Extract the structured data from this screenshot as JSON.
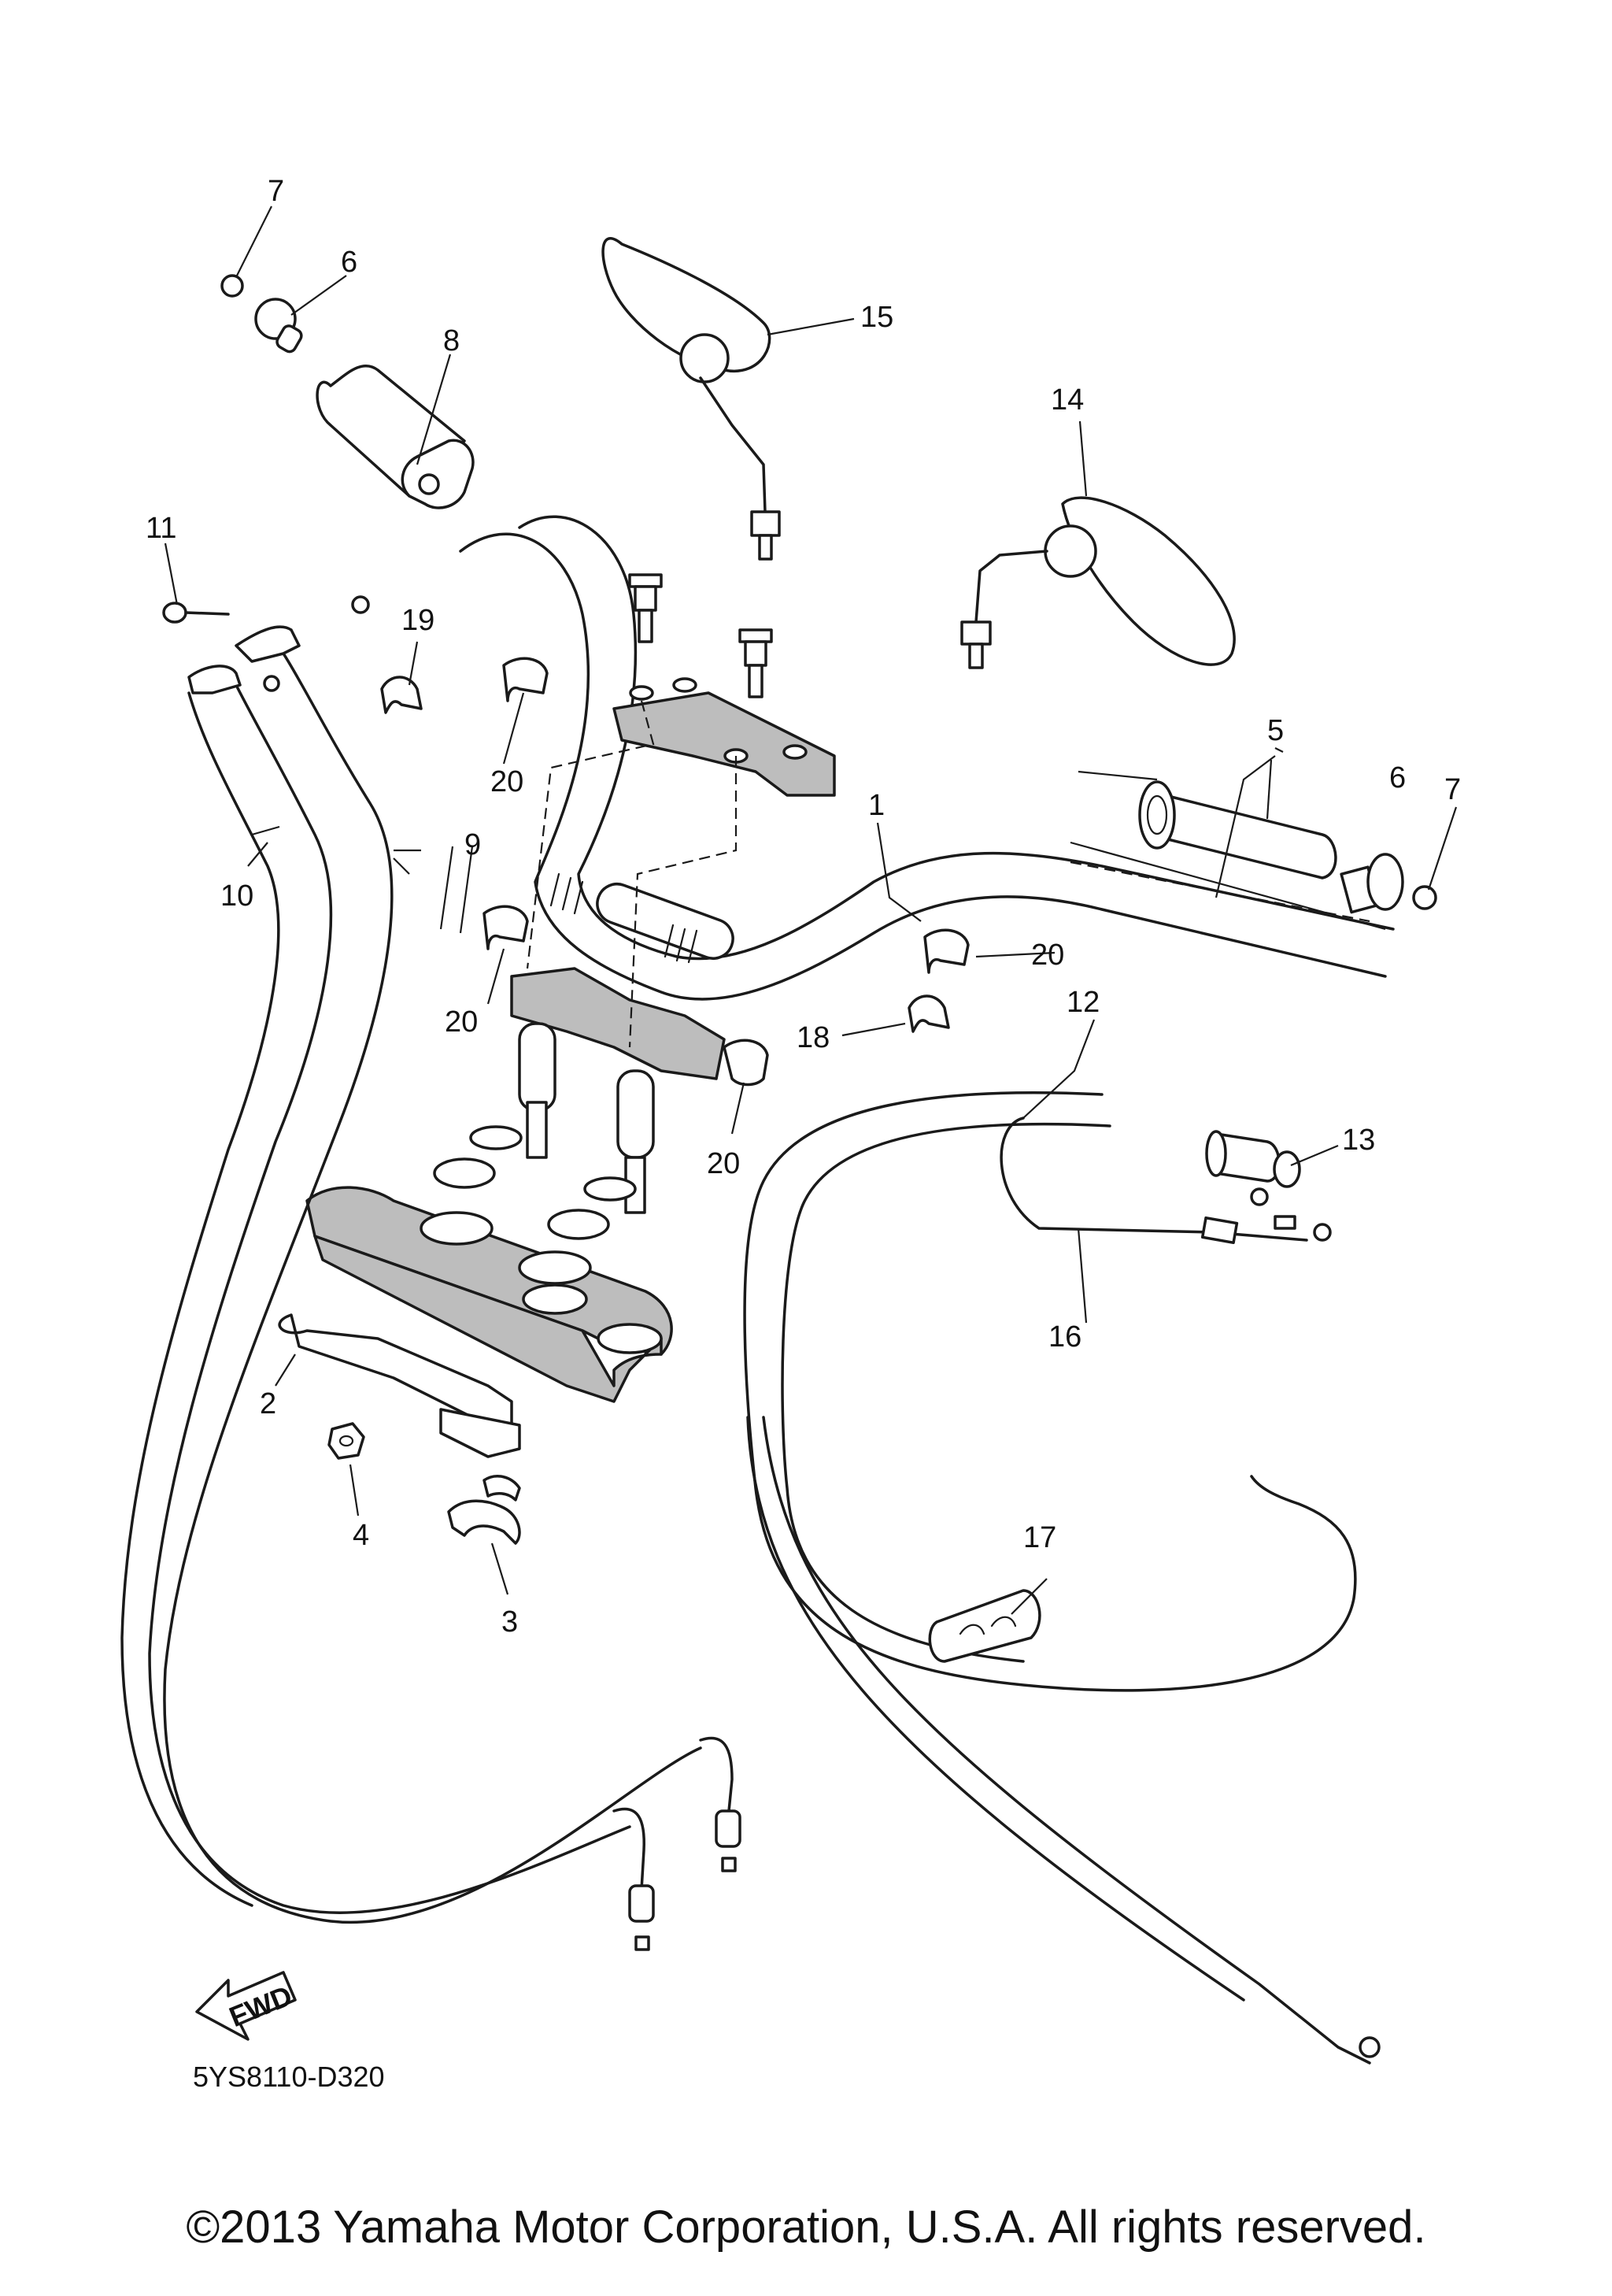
{
  "diagram": {
    "callouts": {
      "p1": "1",
      "p2": "2",
      "p3": "3",
      "p4": "4",
      "p5": "5",
      "p6a": "6",
      "p6b": "6",
      "p7a": "7",
      "p7b": "7",
      "p8": "8",
      "p9": "9",
      "p10": "10",
      "p11": "11",
      "p12": "12",
      "p13": "13",
      "p14": "14",
      "p15": "15",
      "p16": "16",
      "p17": "17",
      "p18": "18",
      "p19": "19",
      "p20a": "20",
      "p20b": "20",
      "p20c": "20",
      "p20d": "20"
    },
    "fwd_label": "FWD",
    "drawing_code": "5YS8110-D320"
  },
  "footer": {
    "copyright": "©2013 Yamaha Motor Corporation, U.S.A. All rights reserved."
  }
}
